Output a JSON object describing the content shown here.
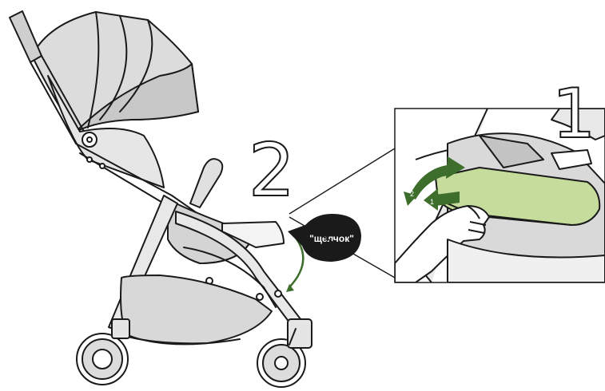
{
  "steps": {
    "step1_number": "1",
    "step2_number": "2"
  },
  "sound_label": "\"щелчок\"",
  "arrow_labels": {
    "push": "1",
    "rotate": "2"
  },
  "colors": {
    "line": "#1a1a1a",
    "fabric": "#dcdcdc",
    "fabric_dark": "#b9b9b9",
    "tray_green": "#c5dc9c",
    "arrow_green": "#3e6e2c",
    "badge": "#1a1a1a"
  },
  "icons": {
    "rotate_arrow": "curved-double-arrow-icon",
    "click_badge": "speech-bubble-icon"
  }
}
